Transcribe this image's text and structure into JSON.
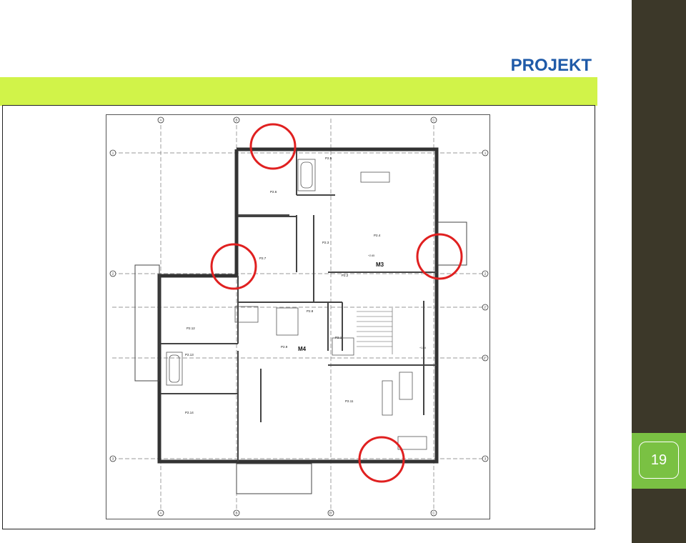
{
  "header": {
    "title": "PROJEKT"
  },
  "footer": {
    "page_number": "19"
  },
  "plan": {
    "grid_columns": [
      "A",
      "B",
      "B'",
      "C"
    ],
    "grid_rows": [
      "1",
      "2",
      "2'",
      "2''",
      "3"
    ],
    "rooms": [
      "P2.5",
      "P2.6",
      "P2.3",
      "P2.4",
      "P2.7",
      "P2.2",
      "P2.8",
      "P2.12",
      "P2.1",
      "P2.9",
      "P2.13",
      "P2.11",
      "P2.14"
    ],
    "units": [
      "M3",
      "M4"
    ],
    "levels": [
      "+2.65",
      "+1.64"
    ],
    "colors": {
      "title": "#1f5aa8",
      "band": "#d1f349",
      "badge": "#7ac143",
      "sidebar": "#3c3829",
      "highlight": "#e02020"
    }
  }
}
